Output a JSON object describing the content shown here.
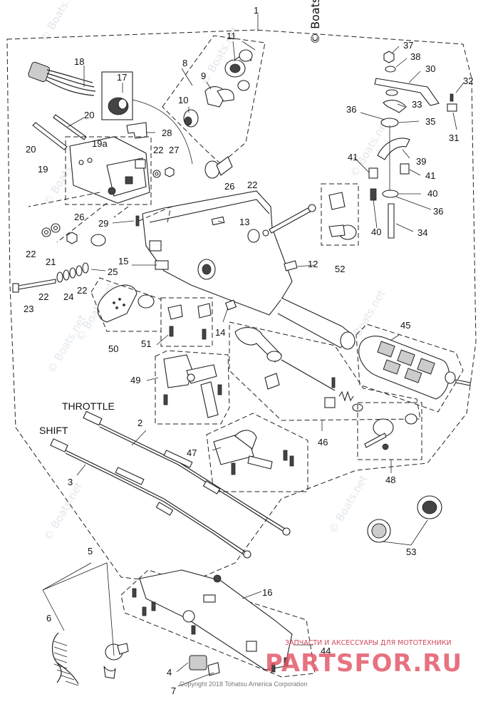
{
  "copyright_logo": "© Boats.net",
  "watermarks": [
    "© Boats.net",
    "© Boats.net",
    "© Boats.net",
    "© Boats.net",
    "© Boats.net",
    "© Boats.net",
    "© Boats.net",
    "© Boats.net",
    "© Boats.net"
  ],
  "labels": {
    "throttle": "THROTTLE",
    "shift": "SHIFT"
  },
  "footer": "Copyright 2018 Tohatsu America Corporation",
  "overlay": {
    "line1": "ЗАПЧАСТИ И АКСЕССУАРЫ ДЛЯ МОТОТЕХНИКИ",
    "line2": "PARTSFOR.RU"
  },
  "callouts": [
    "1",
    "2",
    "3",
    "4",
    "5",
    "6",
    "7",
    "8",
    "9",
    "10",
    "11",
    "12",
    "13",
    "14",
    "15",
    "16",
    "17",
    "18",
    "19",
    "19a",
    "20",
    "20",
    "21",
    "22",
    "22",
    "22",
    "22",
    "22",
    "23",
    "24",
    "25",
    "26",
    "26",
    "27",
    "28",
    "29",
    "30",
    "31",
    "32",
    "33",
    "34",
    "35",
    "36",
    "36",
    "37",
    "38",
    "39",
    "40",
    "40",
    "41",
    "41",
    "44",
    "45",
    "46",
    "47",
    "48",
    "49",
    "50",
    "51",
    "52",
    "53"
  ],
  "colors": {
    "line": "#222222",
    "watermark": "#c9d3dc",
    "overlay": "#e35a6b"
  }
}
